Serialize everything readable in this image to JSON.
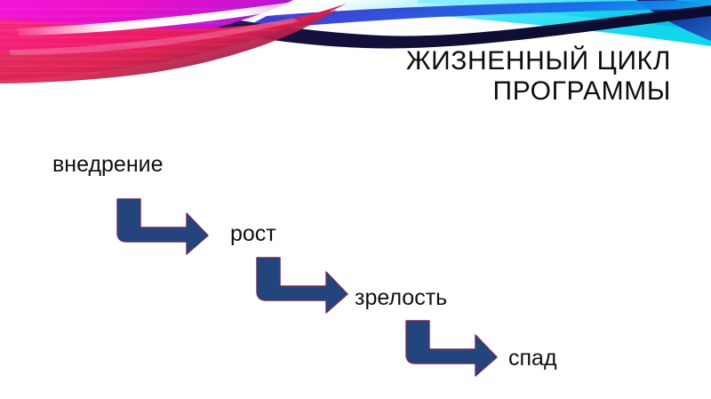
{
  "slide": {
    "title": "ЖИЗНЕННЫЙ ЦИКЛ\nПРОГРАММЫ",
    "background_color": "#ffffff"
  },
  "theme": {
    "arrow_color": "#22457E",
    "arrow_outline_color": "#6B2A57",
    "title_color": "#0D0D0D",
    "label_color": "#101010",
    "wave_magenta": "#EC10C8",
    "wave_pink": "#F01A6E",
    "wave_crimson": "#D81A4B",
    "wave_purple": "#5A1AA8",
    "wave_navy": "#12103C",
    "wave_blue": "#1B4FC8",
    "wave_cyan": "#19E4F0",
    "wave_lightcyan": "#9CF0FA"
  },
  "diagram": {
    "type": "stair-step-flow",
    "stages": [
      {
        "id": "vnedrenie",
        "label": "внедрение",
        "order": 1
      },
      {
        "id": "rost",
        "label": "рост",
        "order": 2
      },
      {
        "id": "zrelost",
        "label": "зрелость",
        "order": 3
      },
      {
        "id": "spad",
        "label": "спад",
        "order": 4
      }
    ],
    "connectors": [
      {
        "id": "arrow-1",
        "from": "внедрение",
        "to": "рост",
        "shape": "bent-arrow-down-right"
      },
      {
        "id": "arrow-2",
        "from": "рост",
        "to": "зрелость",
        "shape": "bent-arrow-down-right"
      },
      {
        "id": "arrow-3",
        "from": "зрелость",
        "to": "спад",
        "shape": "bent-arrow-down-right"
      }
    ]
  }
}
